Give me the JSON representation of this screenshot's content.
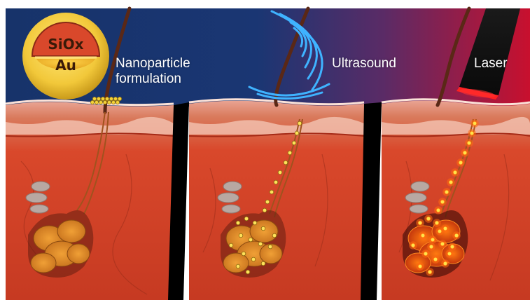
{
  "labels": {
    "nanoparticle_line1": "Nanoparticle",
    "nanoparticle_line2": "formulation",
    "ultrasound": "Ultrasound",
    "laser": "Laser"
  },
  "nanoparticle": {
    "shell": "SiOx",
    "core": "Au"
  },
  "colors": {
    "background_left": "#17336a",
    "background_right": "#c8102e",
    "skin": "#d9482b",
    "particle": "#f2d23a",
    "ultrasound_waves": "#3fb3ff",
    "laser_tip": "#ff2020"
  },
  "icons": {
    "particle_icon": "nanoparticle-sphere-icon",
    "probe_icon": "ultrasound-waves-icon",
    "laser_icon": "laser-probe-icon"
  }
}
